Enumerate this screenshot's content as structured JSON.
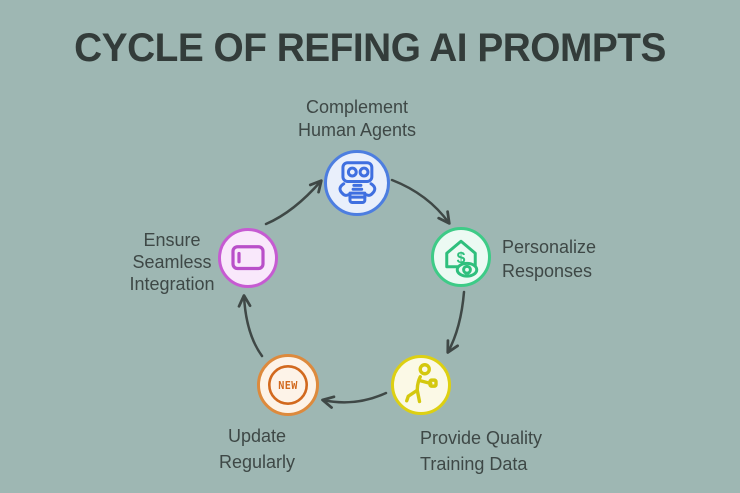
{
  "title": "CYCLE OF REFING AI PROMPTS",
  "colors": {
    "background": "#9eb7b3",
    "title_text": "#333c3a",
    "label_text": "#3e4846",
    "arrow": "#3f4846"
  },
  "nodes": [
    {
      "id": "complement-human-agents",
      "lines": [
        "Complement",
        "Human Agents"
      ],
      "icon": "robot-icon",
      "colors": {
        "border": "#4d7ee0",
        "fill": "#e9effb",
        "icon": "#3f6fe0"
      }
    },
    {
      "id": "personalize-responses",
      "lines": [
        "Personalize",
        "Responses"
      ],
      "icon": "house-dollar-eye-icon",
      "icon_text": "$",
      "colors": {
        "border": "#3ecb87",
        "fill": "#ecfaf3",
        "icon": "#2fbf7d"
      }
    },
    {
      "id": "provide-quality-training-data",
      "lines": [
        "Provide Quality",
        "Training Data"
      ],
      "icon": "boxing-person-icon",
      "colors": {
        "border": "#ddd012",
        "fill": "#fbf9e6",
        "icon": "#d4c80e"
      }
    },
    {
      "id": "update-regularly",
      "lines": [
        "Update",
        "Regularly"
      ],
      "icon": "new-badge-icon",
      "icon_text": "NEW",
      "colors": {
        "border": "#dd8a3d",
        "fill": "#fdf3e8",
        "icon": "#d2691e"
      }
    },
    {
      "id": "ensure-seamless-integration",
      "lines": [
        "Ensure",
        "Seamless",
        "Integration"
      ],
      "icon": "battery-icon",
      "colors": {
        "border": "#c65bd2",
        "fill": "#f9e8fb",
        "icon": "#b94fc9"
      }
    }
  ]
}
